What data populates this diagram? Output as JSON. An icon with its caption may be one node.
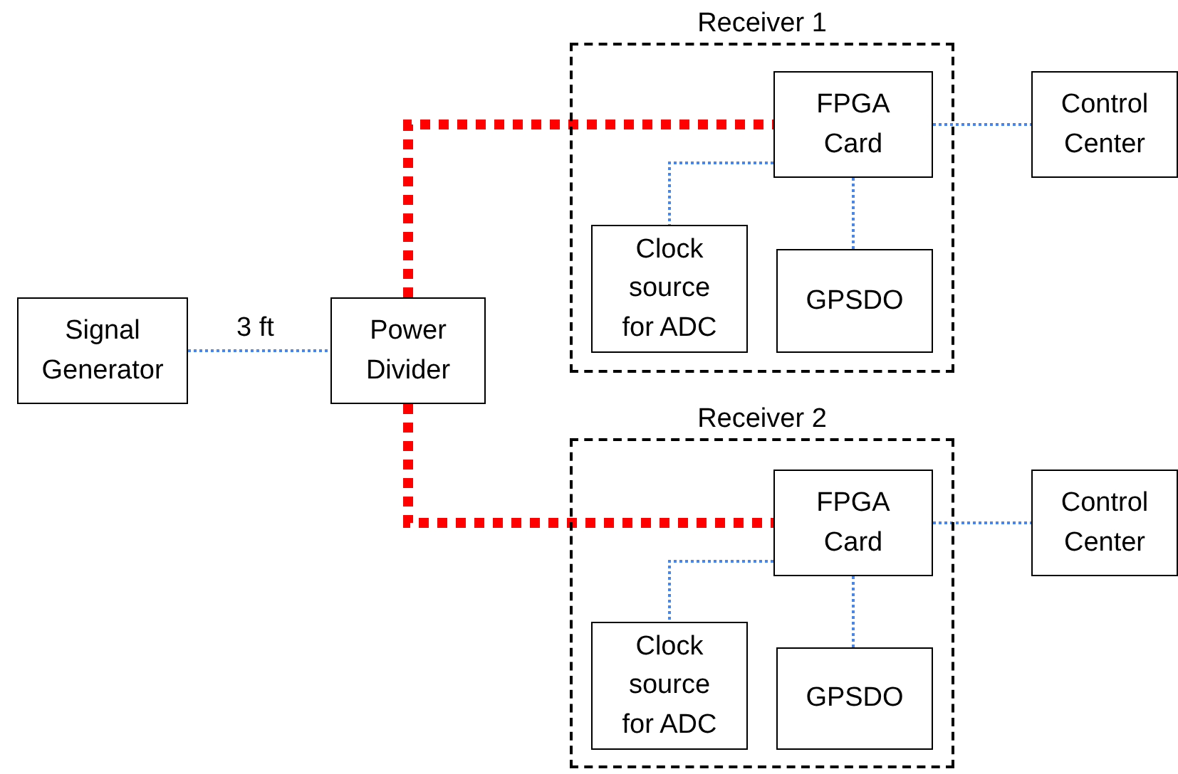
{
  "diagram": {
    "nodes": [
      {
        "text": [
          "Signal Generator"
        ]
      },
      {
        "text": [
          "Power Divider"
        ]
      },
      {
        "text": [
          "Receiver 1"
        ]
      },
      {
        "text": [
          "FPGA Card"
        ],
        "in": 2
      },
      {
        "text": [
          "Clock source for ADC"
        ],
        "in": 2
      },
      {
        "text": [
          "GPSDO"
        ],
        "in": 2
      },
      {
        "text": [
          "Control Center"
        ]
      },
      {
        "text": [
          "Receiver 2"
        ]
      },
      {
        "text": [
          "FPGA Card"
        ],
        "in": 7
      },
      {
        "text": [
          "Clock source for ADC"
        ],
        "in": 7
      },
      {
        "text": [
          "GPSDO"
        ],
        "in": 7
      },
      {
        "text": [
          "Control Center"
        ]
      }
    ],
    "edges": [
      {
        "from": 0,
        "to": 1,
        "arrow": "none",
        "label": "3 ft"
      },
      {
        "from": 1,
        "to": 3,
        "arrow": "none",
        "style": "dashed",
        "color": "#ff0000"
      },
      {
        "from": 1,
        "to": 8,
        "arrow": "none",
        "style": "dashed",
        "color": "#ff0000"
      },
      {
        "from": 3,
        "to": 6,
        "arrow": "none"
      },
      {
        "from": 3,
        "to": 4,
        "arrow": "none"
      },
      {
        "from": 3,
        "to": 5,
        "arrow": "none"
      },
      {
        "from": 8,
        "to": 11,
        "arrow": "none"
      },
      {
        "from": 8,
        "to": 9,
        "arrow": "none"
      },
      {
        "from": 8,
        "to": 10,
        "arrow": "none"
      }
    ]
  }
}
